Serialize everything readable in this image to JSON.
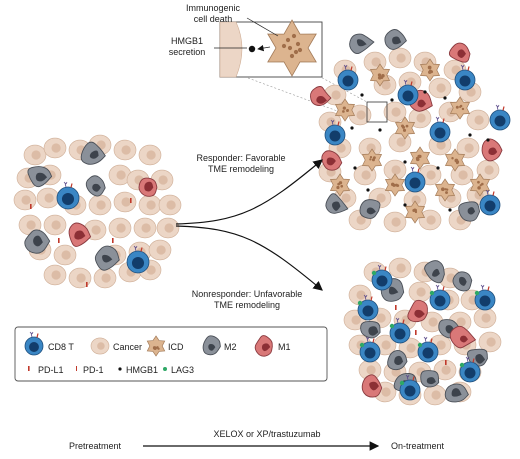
{
  "inset": {
    "icd_label": "Immunogenic\ncell death",
    "hmgb1_label": "HMGB1\nsecretion"
  },
  "paths": {
    "responder": "Responder: Favorable\nTME remodeling",
    "nonresponder": "Nonresponder: Unfavorable\nTME remodeling"
  },
  "legend": {
    "row1": [
      "CD8 T",
      "Cancer",
      "ICD",
      "M2",
      "M1"
    ],
    "row2": [
      "PD-L1",
      "PD-1",
      "HMGB1",
      "LAG3"
    ]
  },
  "timeline": {
    "start": "Pretreatment",
    "treatment": "XELOX or XP/trastuzumab",
    "end": "On-treatment"
  },
  "colors": {
    "cancer_fill": "#ecd6c6",
    "cancer_nucleus": "#dcbca6",
    "cd8_fill": "#3a86c4",
    "cd8_nucleus": "#123d6b",
    "m2_fill": "#8a9099",
    "m1_fill": "#d97878",
    "icd_fill": "#dcb48f",
    "pdl1": "#c0392b",
    "lag3": "#2ea866",
    "hmgb1": "#111111"
  }
}
